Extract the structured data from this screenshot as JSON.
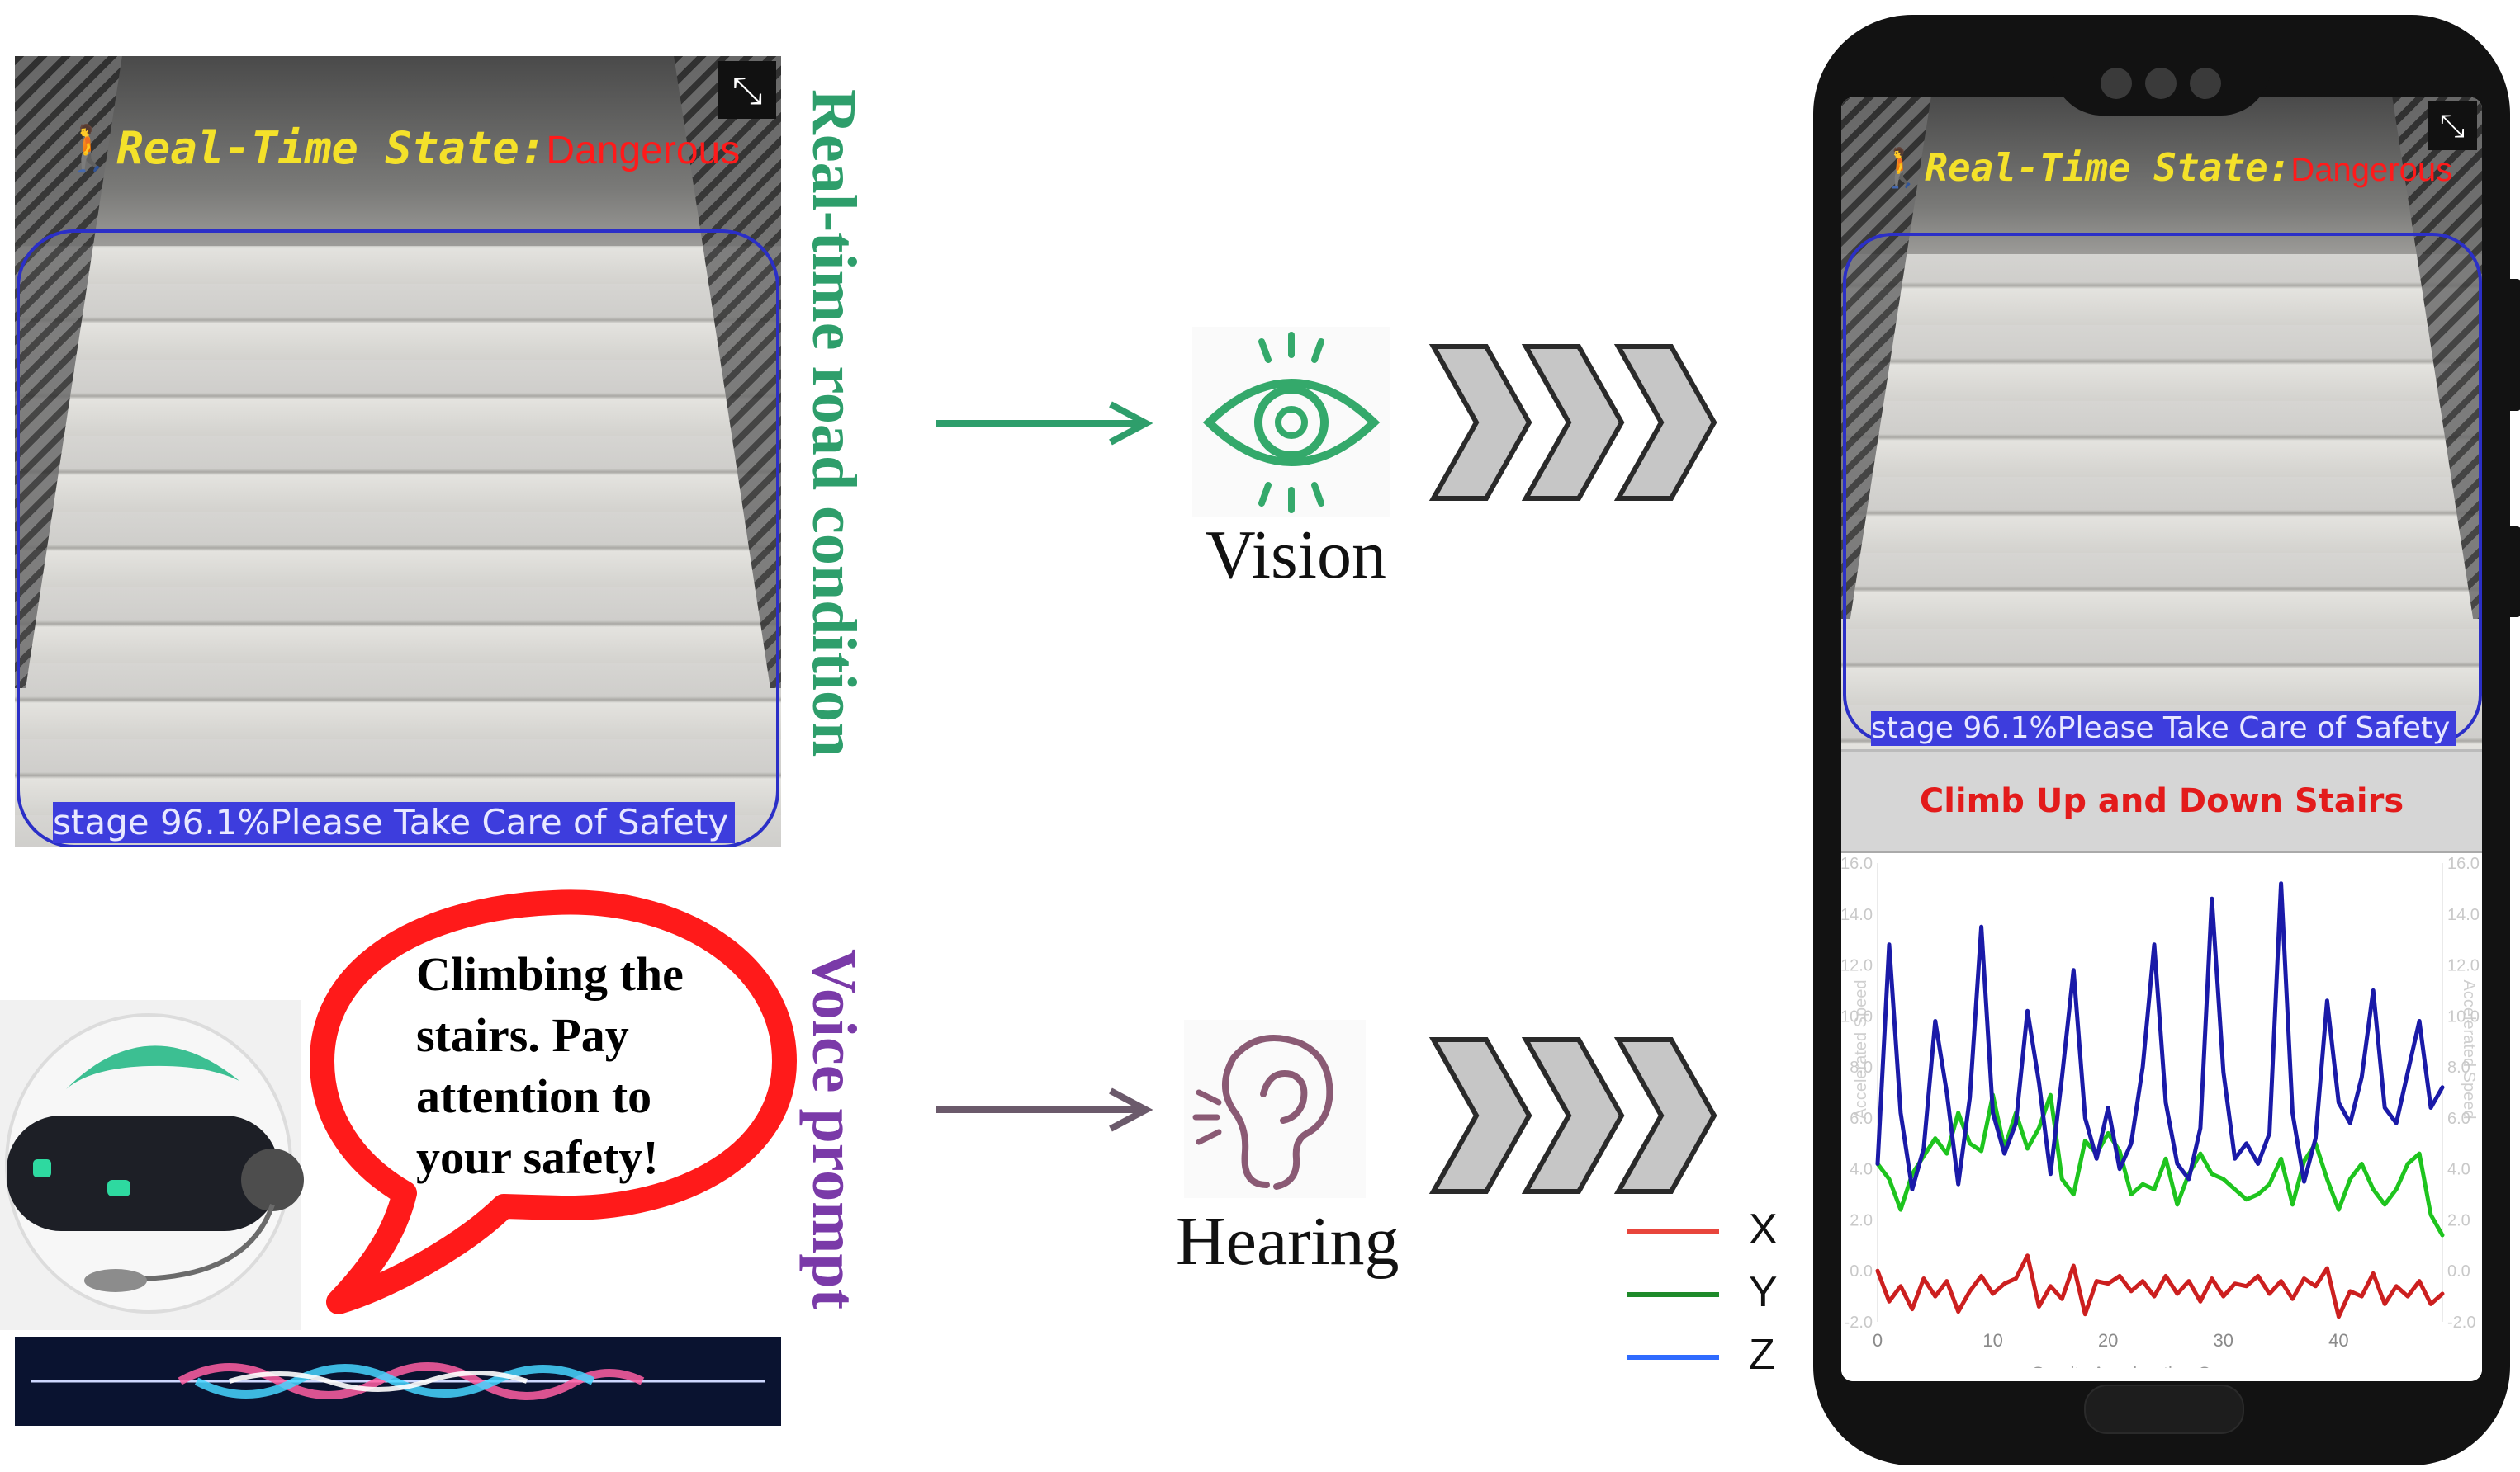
{
  "top_panel": {
    "state_label": "Real-Time State:",
    "state_value": "Dangerous",
    "status_bar": "stage 96.1%Please Take Care of Safety"
  },
  "captions": {
    "vision_side": "Real-time road condition",
    "voice_side": "Voice prompt"
  },
  "speech_bubble": {
    "lines": [
      "Climbing the",
      "stairs. Pay",
      "attention to",
      "your safety!"
    ]
  },
  "modalities": {
    "vision": "Vision",
    "hearing": "Hearing"
  },
  "phone": {
    "state_label": "Real-Time State:",
    "state_value": "Dangerous",
    "status_bar": "stage 96.1%Please Take Care of Safety",
    "mode_title": "Climb Up and Down Stairs"
  },
  "legend": [
    {
      "label": "X",
      "color": "#e8453c"
    },
    {
      "label": "Y",
      "color": "#1e8a2a"
    },
    {
      "label": "Z",
      "color": "#2f6bff"
    }
  ],
  "colors": {
    "vision_accent": "#2e9e6b",
    "voice_accent": "#7a3aa8",
    "hearing_arrow": "#6b5a6b",
    "bubble_border": "#ff1a1a"
  },
  "icons": {
    "vision": "eye-icon",
    "hearing": "ear-icon",
    "chevrons": "chevron-right-icon"
  },
  "chart_data": {
    "type": "line",
    "title": "",
    "xlabel": "Gravity Acceleration Curve",
    "ylabel": "Accelerated Speed",
    "xlim": [
      0,
      49
    ],
    "ylim": [
      -2.0,
      16.0
    ],
    "x_ticks": [
      "0",
      "10",
      "20",
      "30",
      "40"
    ],
    "y_ticks": [
      "16.0",
      "14.0",
      "12.0",
      "10.0",
      "8.0",
      "6.0",
      "4.0",
      "2.0",
      "0.0",
      "-2.0"
    ],
    "x": [
      0,
      1,
      2,
      3,
      4,
      5,
      6,
      7,
      8,
      9,
      10,
      11,
      12,
      13,
      14,
      15,
      16,
      17,
      18,
      19,
      20,
      21,
      22,
      23,
      24,
      25,
      26,
      27,
      28,
      29,
      30,
      31,
      32,
      33,
      34,
      35,
      36,
      37,
      38,
      39,
      40,
      41,
      42,
      43,
      44,
      45,
      46,
      47,
      48,
      49
    ],
    "series": [
      {
        "name": "X",
        "color": "#cc1f1f",
        "values": [
          0.0,
          -1.2,
          -0.6,
          -1.5,
          -0.3,
          -1.0,
          -0.4,
          -1.6,
          -0.8,
          -0.2,
          -0.9,
          -0.5,
          -0.3,
          0.6,
          -1.4,
          -0.6,
          -1.1,
          0.2,
          -1.7,
          -0.4,
          -0.5,
          -0.2,
          -0.8,
          -0.4,
          -1.0,
          -0.2,
          -0.9,
          -0.4,
          -1.2,
          -0.3,
          -1.0,
          -0.5,
          -0.6,
          -0.2,
          -0.9,
          -0.4,
          -1.1,
          -0.3,
          -0.6,
          0.1,
          -1.8,
          -0.8,
          -1.0,
          -0.1,
          -1.3,
          -0.6,
          -1.0,
          -0.4,
          -1.3,
          -0.9
        ]
      },
      {
        "name": "Y",
        "color": "#1ec41e",
        "values": [
          4.2,
          3.6,
          2.4,
          3.8,
          4.5,
          5.2,
          4.6,
          6.2,
          5.0,
          4.7,
          6.9,
          4.8,
          6.2,
          4.8,
          5.6,
          6.9,
          3.6,
          3.0,
          5.1,
          4.6,
          5.4,
          4.7,
          3.0,
          3.4,
          3.2,
          4.4,
          2.6,
          3.8,
          4.6,
          3.8,
          3.6,
          3.2,
          2.8,
          3.0,
          3.4,
          4.4,
          2.6,
          4.3,
          5.0,
          3.6,
          2.4,
          3.6,
          4.2,
          3.2,
          2.6,
          3.2,
          4.2,
          4.6,
          2.2,
          1.4
        ]
      },
      {
        "name": "Z",
        "color": "#1a1aa8",
        "values": [
          4.2,
          12.8,
          6.2,
          3.2,
          4.8,
          9.8,
          7.0,
          3.4,
          6.8,
          13.5,
          6.2,
          4.6,
          5.8,
          10.2,
          7.4,
          3.8,
          7.6,
          11.8,
          6.0,
          4.4,
          6.4,
          4.0,
          5.0,
          8.0,
          12.8,
          6.6,
          4.2,
          3.6,
          5.6,
          14.6,
          7.8,
          4.4,
          5.0,
          4.2,
          5.4,
          15.2,
          6.2,
          3.5,
          5.2,
          10.6,
          6.6,
          5.8,
          7.6,
          11.0,
          6.4,
          5.8,
          7.8,
          9.8,
          6.4,
          7.2
        ]
      }
    ]
  }
}
